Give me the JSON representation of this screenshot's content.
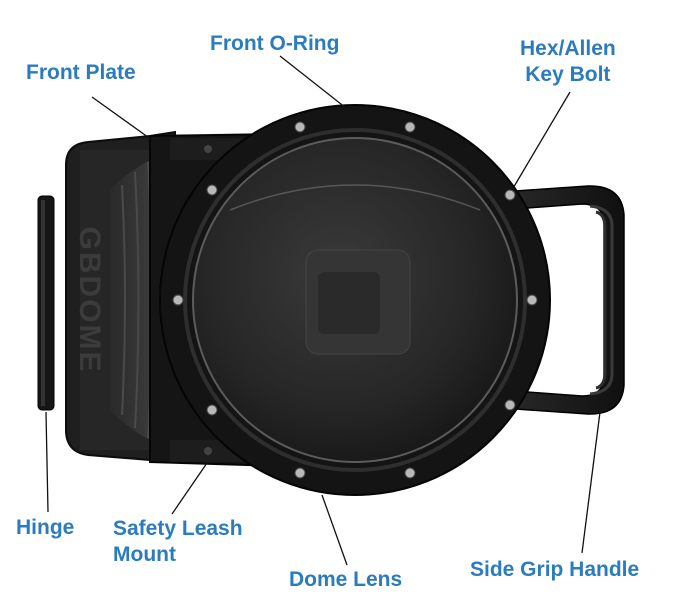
{
  "diagram": {
    "labels": {
      "front_plate": "Front Plate",
      "front_oring": "Front O-Ring",
      "hex_line1": "Hex/Allen",
      "hex_line2": "Key Bolt",
      "hinge": "Hinge",
      "leash_line1": "Safety Leash",
      "leash_line2": "Mount",
      "dome_lens": "Dome Lens",
      "side_grip": "Side Grip Handle"
    },
    "brand_mark": "GBDOME",
    "colors": {
      "label": "#2b7bbf",
      "body": "#1c1c1c",
      "ring": "#111111",
      "bolt": "#b8b8b8"
    }
  }
}
